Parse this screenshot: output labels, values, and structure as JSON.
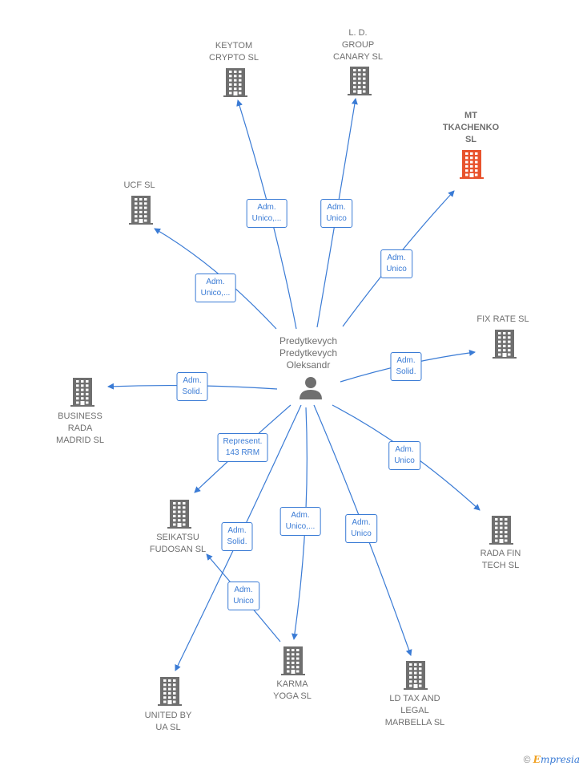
{
  "person": {
    "name": "Predytkevych\nPredytkevych\nOleksandr",
    "icon": "person-icon"
  },
  "companies": [
    {
      "id": "keytom",
      "label": "KEYTOM\nCRYPTO SL",
      "icon": "building-icon"
    },
    {
      "id": "ldgroup",
      "label": "L. D.\nGROUP\nCANARY SL",
      "icon": "building-icon"
    },
    {
      "id": "mt",
      "label": "MT\nTKACHENKO\nSL",
      "icon": "building-icon",
      "highlight": true,
      "color": "#e8532d"
    },
    {
      "id": "ucf",
      "label": "UCF SL",
      "icon": "building-icon"
    },
    {
      "id": "fixrate",
      "label": "FIX RATE SL",
      "icon": "building-icon"
    },
    {
      "id": "business",
      "label": "BUSINESS\nRADA\nMADRID SL",
      "icon": "building-icon"
    },
    {
      "id": "seikatsu",
      "label": "SEIKATSU\nFUDOSAN SL",
      "icon": "building-icon"
    },
    {
      "id": "radafin",
      "label": "RADA FIN\nTECH SL",
      "icon": "building-icon"
    },
    {
      "id": "karma",
      "label": "KARMA\nYOGA SL",
      "icon": "building-icon"
    },
    {
      "id": "unitedby",
      "label": "UNITED BY\nUA SL",
      "icon": "building-icon"
    },
    {
      "id": "ldtax",
      "label": "LD TAX AND\nLEGAL\nMARBELLA SL",
      "icon": "building-icon"
    }
  ],
  "relations": [
    {
      "from": "person",
      "to": "keytom",
      "label": "Adm.\nUnico,..."
    },
    {
      "from": "person",
      "to": "ldgroup",
      "label": "Adm.\nUnico"
    },
    {
      "from": "person",
      "to": "mt",
      "label": "Adm.\nUnico"
    },
    {
      "from": "person",
      "to": "ucf",
      "label": "Adm.\nUnico,..."
    },
    {
      "from": "person",
      "to": "fixrate",
      "label": "Adm.\nSolid."
    },
    {
      "from": "person",
      "to": "business",
      "label": "Adm.\nSolid."
    },
    {
      "from": "person",
      "to": "seikatsu",
      "label": "Represent.\n143 RRM"
    },
    {
      "from": "person",
      "to": "radafin",
      "label": "Adm.\nUnico"
    },
    {
      "from": "person",
      "to": "unitedby",
      "label": "Adm.\nSolid."
    },
    {
      "from": "person",
      "to": "karma",
      "label": "Adm.\nUnico,..."
    },
    {
      "from": "person",
      "to": "ldtax",
      "label": "Adm.\nUnico"
    },
    {
      "from": "karma",
      "to": "seikatsu",
      "label": "Adm.\nUnico"
    }
  ],
  "colors": {
    "edge": "#3a7bd5",
    "building": "#6f6f6f",
    "building_highlight": "#e8532d",
    "person": "#6f6f6f"
  },
  "footer": {
    "copyright_symbol": "©",
    "brand_first": "E",
    "brand_rest": "mpresia"
  }
}
